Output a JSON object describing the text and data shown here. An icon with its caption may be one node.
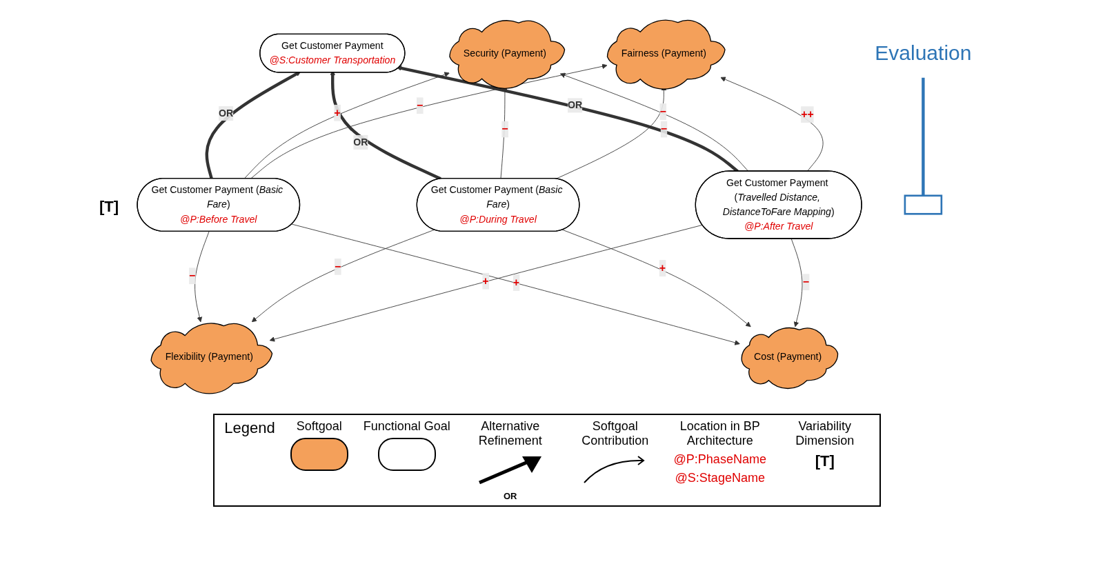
{
  "diagram": {
    "nodes": [
      {
        "text": [
          "Security (Payment)"
        ]
      },
      {
        "text": [
          "Get Customer Payment",
          "@S:Customer Transportation"
        ]
      },
      {
        "text": [
          "Fairness (Payment)"
        ]
      },
      {
        "text": [
          "Get Customer Payment (*Basic Fare*)",
          "@P:Before Travel"
        ]
      },
      {
        "text": [
          "Get Customer Payment (*Basic Fare*)",
          "@P:During Travel"
        ]
      },
      {
        "text": [
          "Get Customer Payment (*Travelled Distance, DistanceToFare Mapping*)",
          "@P:After Travel"
        ]
      },
      {
        "text": [
          "Flexibility (Payment)"
        ]
      },
      {
        "text": [
          "Cost (Payment)"
        ]
      },
      {
        "text": [
          "Evaluation"
        ]
      },
      {
        "text": [],
        "shape": "box"
      }
    ],
    "edges": [
      {
        "from": 3,
        "to": 1,
        "arrow": "to",
        "label": "OR",
        "style": "thick"
      },
      {
        "from": 4,
        "to": 1,
        "arrow": "to",
        "label": "OR",
        "style": "thick"
      },
      {
        "from": 5,
        "to": 1,
        "arrow": "to",
        "label": "OR",
        "style": "thick"
      },
      {
        "from": 3,
        "to": 0,
        "arrow": "to",
        "label": "+"
      },
      {
        "from": 4,
        "to": 0,
        "arrow": "to",
        "label": "−"
      },
      {
        "from": 5,
        "to": 0,
        "arrow": "to",
        "label": "−"
      },
      {
        "from": 3,
        "to": 2,
        "arrow": "to",
        "label": "−"
      },
      {
        "from": 4,
        "to": 2,
        "arrow": "to",
        "label": "−"
      },
      {
        "from": 5,
        "to": 2,
        "arrow": "to",
        "label": "++"
      },
      {
        "from": 3,
        "to": 6,
        "arrow": "to",
        "label": "−"
      },
      {
        "from": 3,
        "to": 7,
        "arrow": "to",
        "label": "+"
      },
      {
        "from": 4,
        "to": 6,
        "arrow": "to",
        "label": "−"
      },
      {
        "from": 4,
        "to": 7,
        "arrow": "to",
        "label": "+"
      },
      {
        "from": 5,
        "to": 6,
        "arrow": "to",
        "label": "+"
      },
      {
        "from": 5,
        "to": 7,
        "arrow": "to",
        "label": "−"
      },
      {
        "from": 8,
        "to": 9,
        "arrow": "none",
        "style": "thick",
        "color": "#2e75b6"
      }
    ],
    "labels": [
      "[T]",
      "Legend",
      "OR",
      "@P:PhaseName",
      "@S:StageName",
      "[T]"
    ],
    "legend": [
      {
        "text": "Softgoal"
      },
      {
        "text": "Functional Goal"
      },
      {
        "text": "Alternative Refinement"
      },
      {
        "text": "Softgoal Contribution"
      },
      {
        "text": "Location in BP Architecture"
      },
      {
        "text": "Variability Dimension"
      }
    ]
  }
}
